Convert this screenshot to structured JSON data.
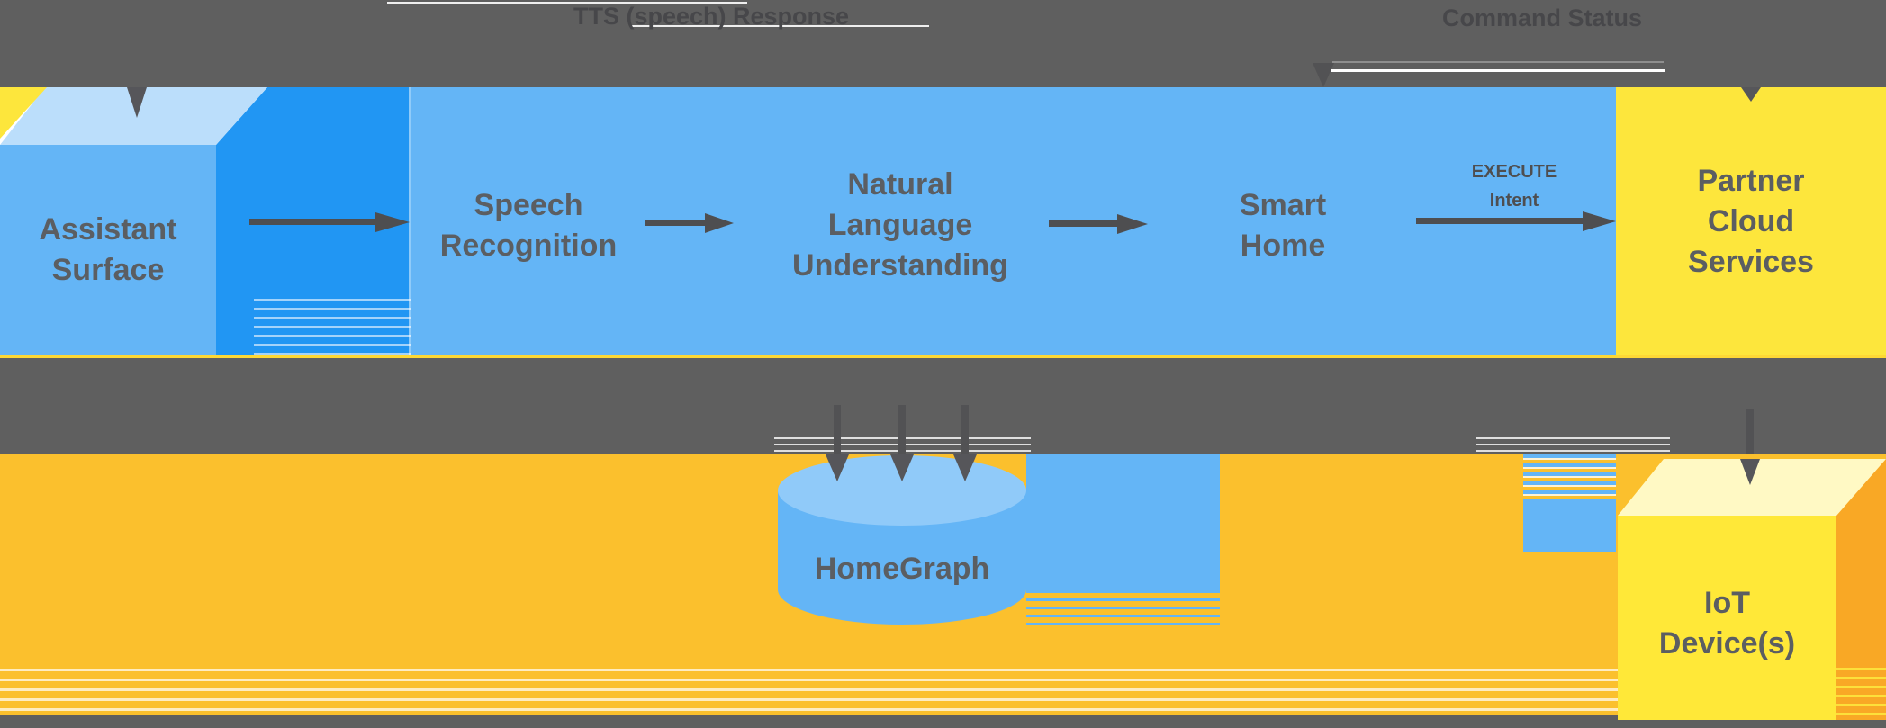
{
  "colors": {
    "band_gray": "#5F5F5F",
    "assistant_blue": "#64B5F6",
    "assistant_cube_top_blue": "#BBDEFB",
    "assistant_cube_shadow_blue": "#2196F3",
    "homegraph_top_blue": "#90CAF9",
    "partner_yellow": "#FDE63C",
    "iot_top_cream": "#FFF9C4",
    "iot_front_yellow": "#FFE838",
    "iot_side_orange": "#F9A825",
    "background_amber": "#FBC02D",
    "label_gray": "#5B5E62",
    "arrow_gray": "#4E4E50"
  },
  "flow_labels": {
    "tts_response": "TTS (speech) Response",
    "command_status": "Command Status",
    "execute_intent": {
      "lines": [
        "EXECUTE",
        "Intent"
      ]
    }
  },
  "nodes": {
    "assistant_surface": {
      "lines": [
        "Assistant",
        "Surface"
      ]
    },
    "speech_recognition": {
      "lines": [
        "Speech",
        "Recognition"
      ]
    },
    "natural_language_understanding": {
      "lines": [
        "Natural",
        "Language",
        "Understanding"
      ]
    },
    "smart_home": {
      "lines": [
        "Smart",
        "Home"
      ]
    },
    "partner_cloud_services": {
      "lines": [
        "Partner",
        "Cloud",
        "Services"
      ]
    },
    "homegraph": {
      "label": "HomeGraph"
    },
    "iot_devices": {
      "lines": [
        "IoT",
        "Device(s)"
      ]
    }
  }
}
